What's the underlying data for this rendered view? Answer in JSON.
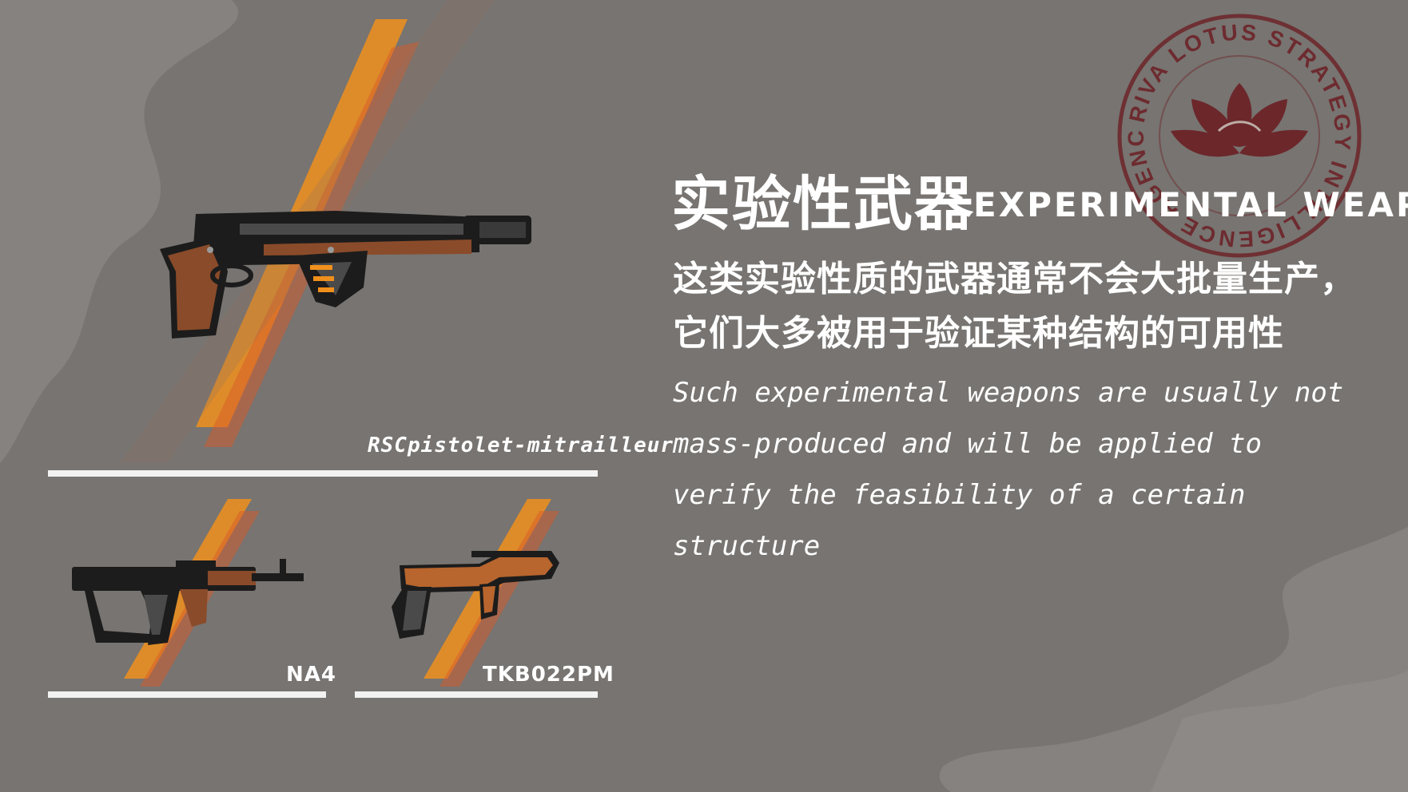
{
  "title": {
    "cn": "实验性武器",
    "en": "EXPERIMENTAL WEAPON"
  },
  "description": {
    "cn": "这类实验性质的武器通常不会大批量生产，它们大多被用于验证某种结构的可用性",
    "en": "Such experimental weapons are usually not mass-produced and will be applied to verify the feasibility of a certain structure"
  },
  "weapons": [
    {
      "name": "RSCpistolet-mitrailleur",
      "icon": "smg-pistol-icon"
    },
    {
      "name": "NA4",
      "icon": "assault-rifle-icon"
    },
    {
      "name": "TKB022PM",
      "icon": "bullpup-rifle-icon"
    }
  ],
  "seal": {
    "text": "RIVA LOTUS STRATEGY INTILLIGENCE AGENCY",
    "icon": "lotus-icon",
    "color": "#6b1a1f"
  },
  "colors": {
    "background": "#777471",
    "stripe_orange": "#f0901c",
    "stripe_red": "#d85a2a",
    "gun_black": "#1c1c1c",
    "gun_wood": "#8a4b2a",
    "text": "#ffffff"
  }
}
